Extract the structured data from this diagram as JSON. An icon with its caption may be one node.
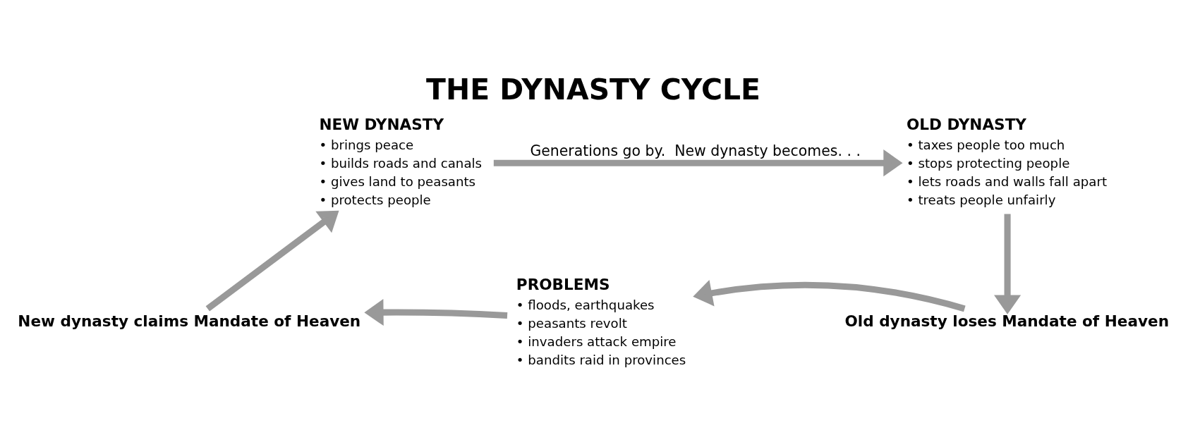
{
  "diagram": {
    "title": "THE DYNASTY CYCLE",
    "nodes": [
      {
        "text": [
          "NEW DYNASTY",
          "• brings peace",
          "• builds roads and canals",
          "• gives land to peasants",
          "• protects people"
        ]
      },
      {
        "text": [
          "OLD DYNASTY",
          "• taxes people too much",
          "• stops protecting people",
          "• lets roads and walls fall apart",
          "• treats people unfairly"
        ]
      },
      {
        "text": [
          "Old dynasty loses Mandate of Heaven"
        ]
      },
      {
        "text": [
          "PROBLEMS",
          "• floods, earthquakes",
          "• peasants revolt",
          "• invaders attack empire",
          "• bandits raid in provinces"
        ]
      },
      {
        "text": [
          "New dynasty claims Mandate of Heaven"
        ]
      }
    ],
    "edges": [
      {
        "from": 0,
        "to": 1,
        "arrow": "to",
        "label": "Generations go by.  New dynasty becomes. . ."
      },
      {
        "from": 1,
        "to": 2,
        "arrow": "to"
      },
      {
        "from": 2,
        "to": 3,
        "arrow": "to"
      },
      {
        "from": 3,
        "to": 4,
        "arrow": "to"
      },
      {
        "from": 4,
        "to": 0,
        "arrow": "to"
      }
    ]
  }
}
